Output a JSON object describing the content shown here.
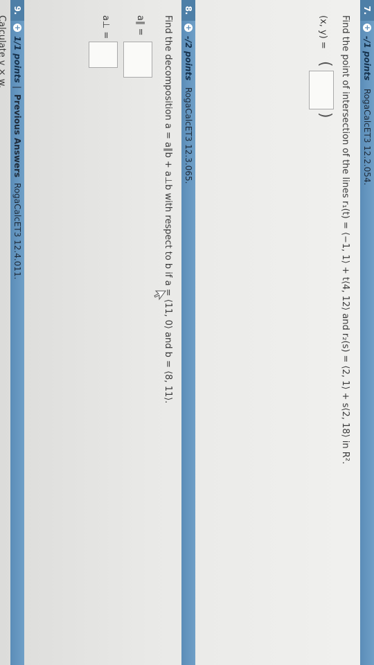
{
  "q7": {
    "number": "7.",
    "points": "-/1 points",
    "source": "RogaCalcET3 12.2.054.",
    "prompt": "Find the point of intersection of the lines r₁(t) = ⟨−1, 1⟩ + t⟨4, 12⟩ and r₂(s) = ⟨2, 1⟩ + s⟨2, 18⟩ in R².",
    "answer_label": "(x, y) =",
    "open_paren": "(",
    "close_paren": ")"
  },
  "q8": {
    "number": "8.",
    "points": "-/2 points",
    "source": "RogaCalcET3 12.3.065.",
    "prompt": "Find the decomposition a = a∥b + a⊥b with respect to b if a = ⟨11, 0⟩ and b = ⟨8, 11⟩.",
    "parallel_label": "a∥ =",
    "perp_label": "a⊥ ="
  },
  "q9": {
    "number": "9.",
    "points": "1/1 points",
    "separator": "|",
    "previous_answers": "Previous Answers",
    "source": "RogaCalcET3 12.4.011.",
    "prompt": "Calculate v × w."
  }
}
